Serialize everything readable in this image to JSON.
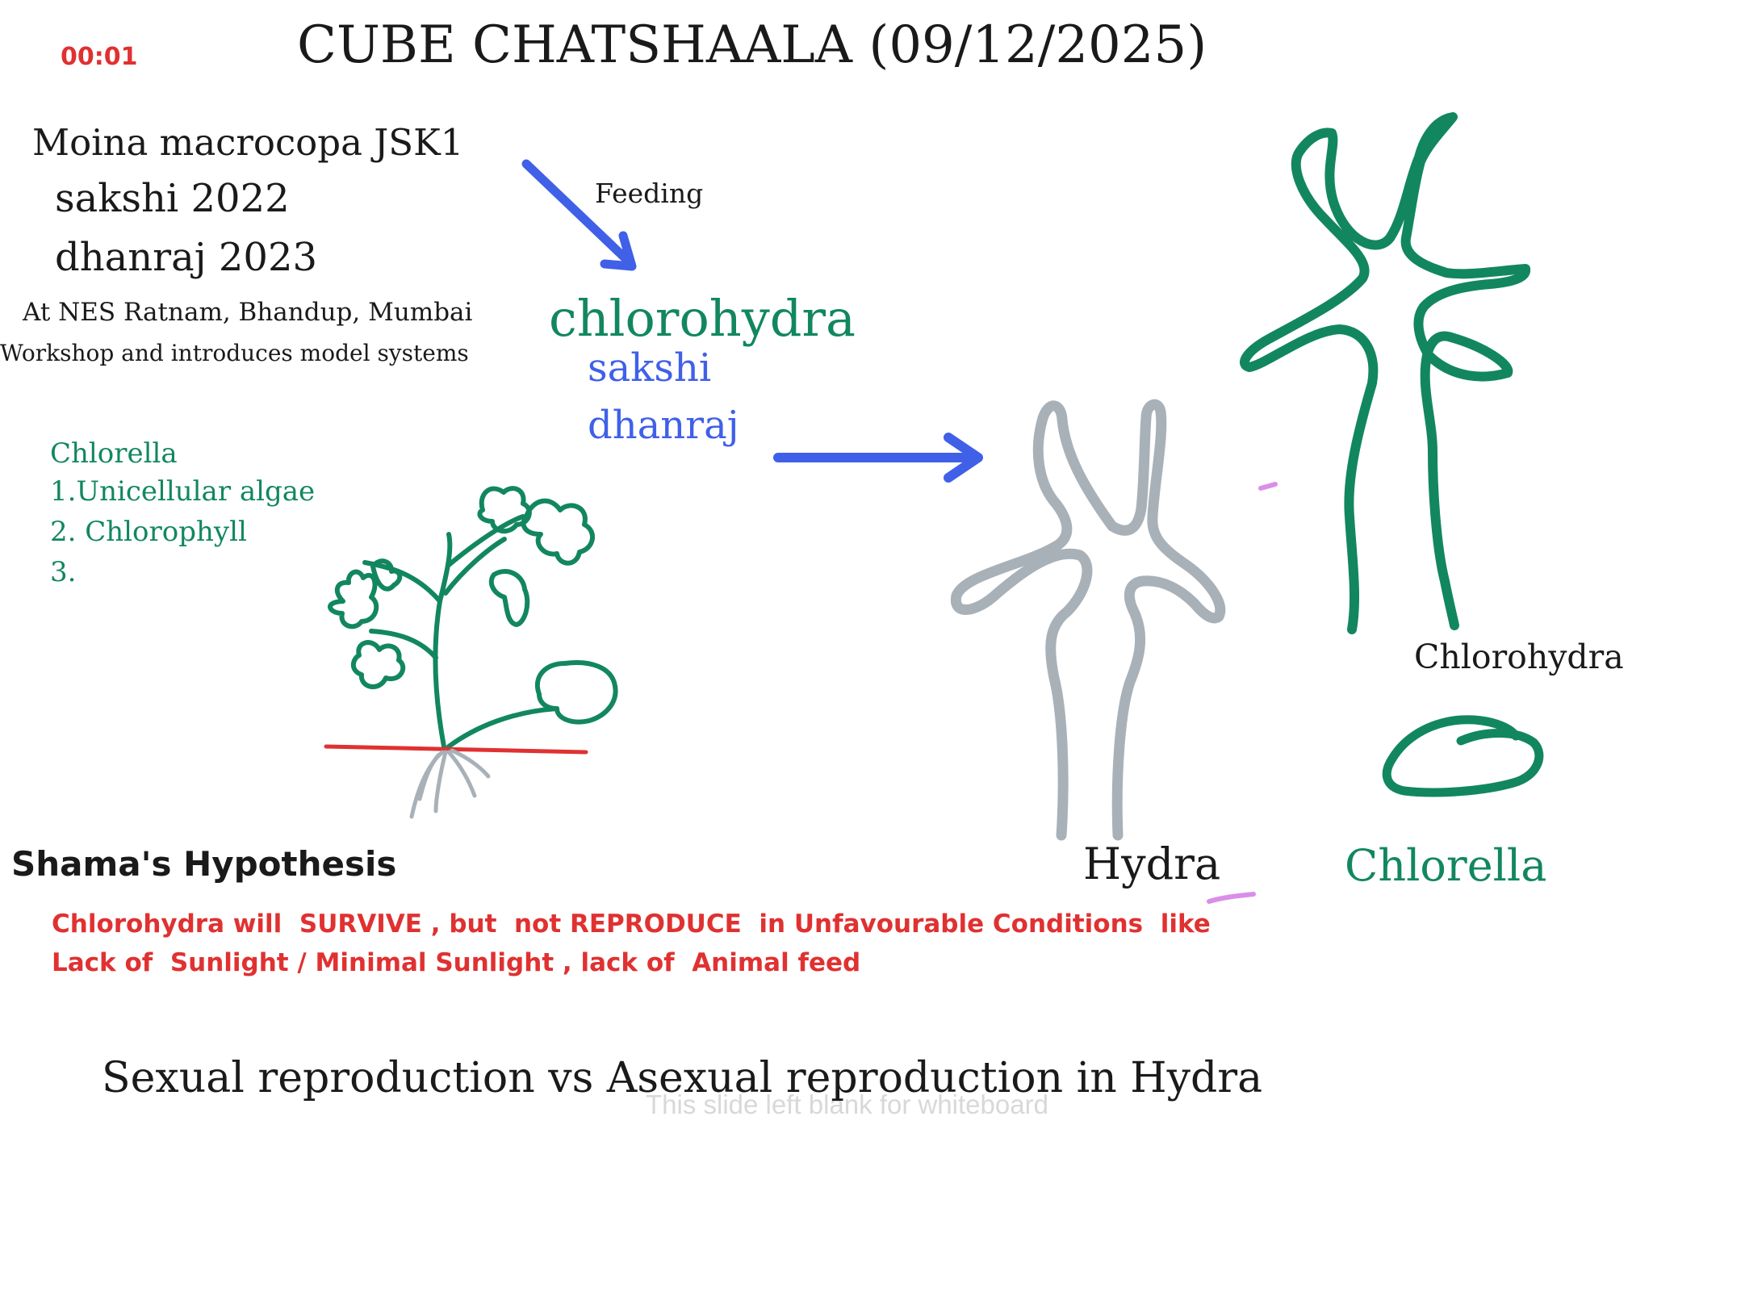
{
  "timer": "00:01",
  "title": "CUBE CHATSHAALA (09/12/2025)",
  "intro": {
    "line1": "Moina macrocopa JSK1",
    "line2": "sakshi 2022",
    "line3": "dhanraj 2023",
    "location": "At NES Ratnam, Bhandup, Mumbai",
    "description": "Workshop and introduces model systems"
  },
  "feeding_label": "Feeding",
  "chlorohydra_heading": "chlorohydra",
  "chlorohydra_names": [
    "sakshi",
    "dhanraj"
  ],
  "chlorella_notes": {
    "title": "Chlorella",
    "items": [
      "1.Unicellular algae",
      "2. Chlorophyll",
      "3."
    ]
  },
  "labels": {
    "hydra": "Hydra",
    "chlorohydra": "Chlorohydra",
    "chlorella": "Chlorella"
  },
  "hypothesis": {
    "title": "Shama's Hypothesis",
    "line1": "Chlorohydra will  SURVIVE , but  not REPRODUCE  in Unfavourable Conditions  like",
    "line2": "Lack of  Sunlight / Minimal Sunlight , lack of  Animal feed"
  },
  "reproduction_title": "Sexual reproduction vs Asexual reproduction in Hydra",
  "watermark": "This slide left blank for whiteboard",
  "colors": {
    "text": "#1a1a1a",
    "green": "#12875f",
    "blue": "#4060e8",
    "red": "#e03131",
    "grey": "#a9b1b8",
    "watermark": "#d8d8d8",
    "pink": "#da8ee8"
  }
}
